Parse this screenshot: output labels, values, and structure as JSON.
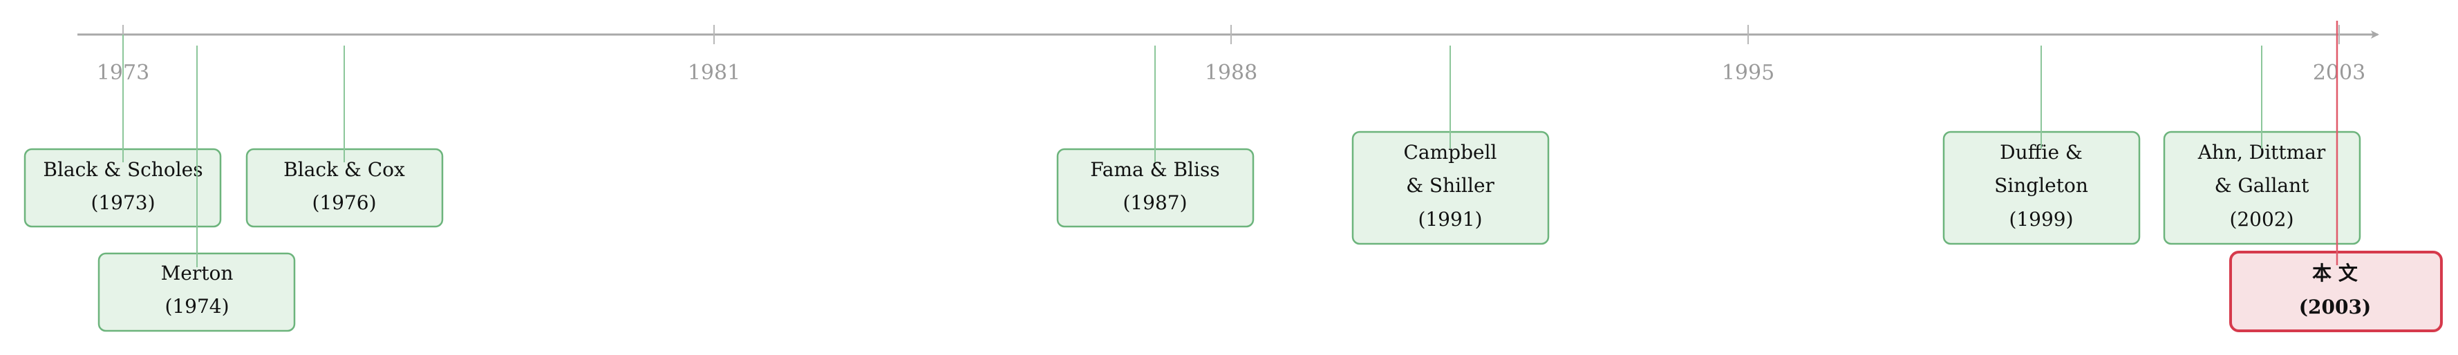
{
  "axis": {
    "years": [
      "1973",
      "1981",
      "1988",
      "1995",
      "2003"
    ]
  },
  "events": [
    {
      "id": "black-scholes",
      "lines": [
        "Black & Scholes",
        "(1973)"
      ],
      "highlight": false
    },
    {
      "id": "merton",
      "lines": [
        "Merton",
        "(1974)"
      ],
      "highlight": false
    },
    {
      "id": "black-cox",
      "lines": [
        "Black & Cox",
        "(1976)"
      ],
      "highlight": false
    },
    {
      "id": "fama-bliss",
      "lines": [
        "Fama & Bliss",
        "(1987)"
      ],
      "highlight": false
    },
    {
      "id": "campbell-shiller",
      "lines": [
        "Campbell",
        "& Shiller",
        "(1991)"
      ],
      "highlight": false
    },
    {
      "id": "duffie-singleton",
      "lines": [
        "Duffie &",
        "Singleton",
        "(1999)"
      ],
      "highlight": false
    },
    {
      "id": "ahn-dittmar-gallant",
      "lines": [
        "Ahn, Dittmar",
        "& Gallant",
        "(2002)"
      ],
      "highlight": false
    },
    {
      "id": "this-paper",
      "lines": [
        "本 文",
        "(2003)"
      ],
      "highlight": true
    }
  ],
  "colors": {
    "green_fill": "#e6f3e8",
    "green_stroke": "#6cb47c",
    "red_fill": "#f8e2e4",
    "red_stroke": "#d63a4c",
    "axis": "#a8a8a8"
  }
}
